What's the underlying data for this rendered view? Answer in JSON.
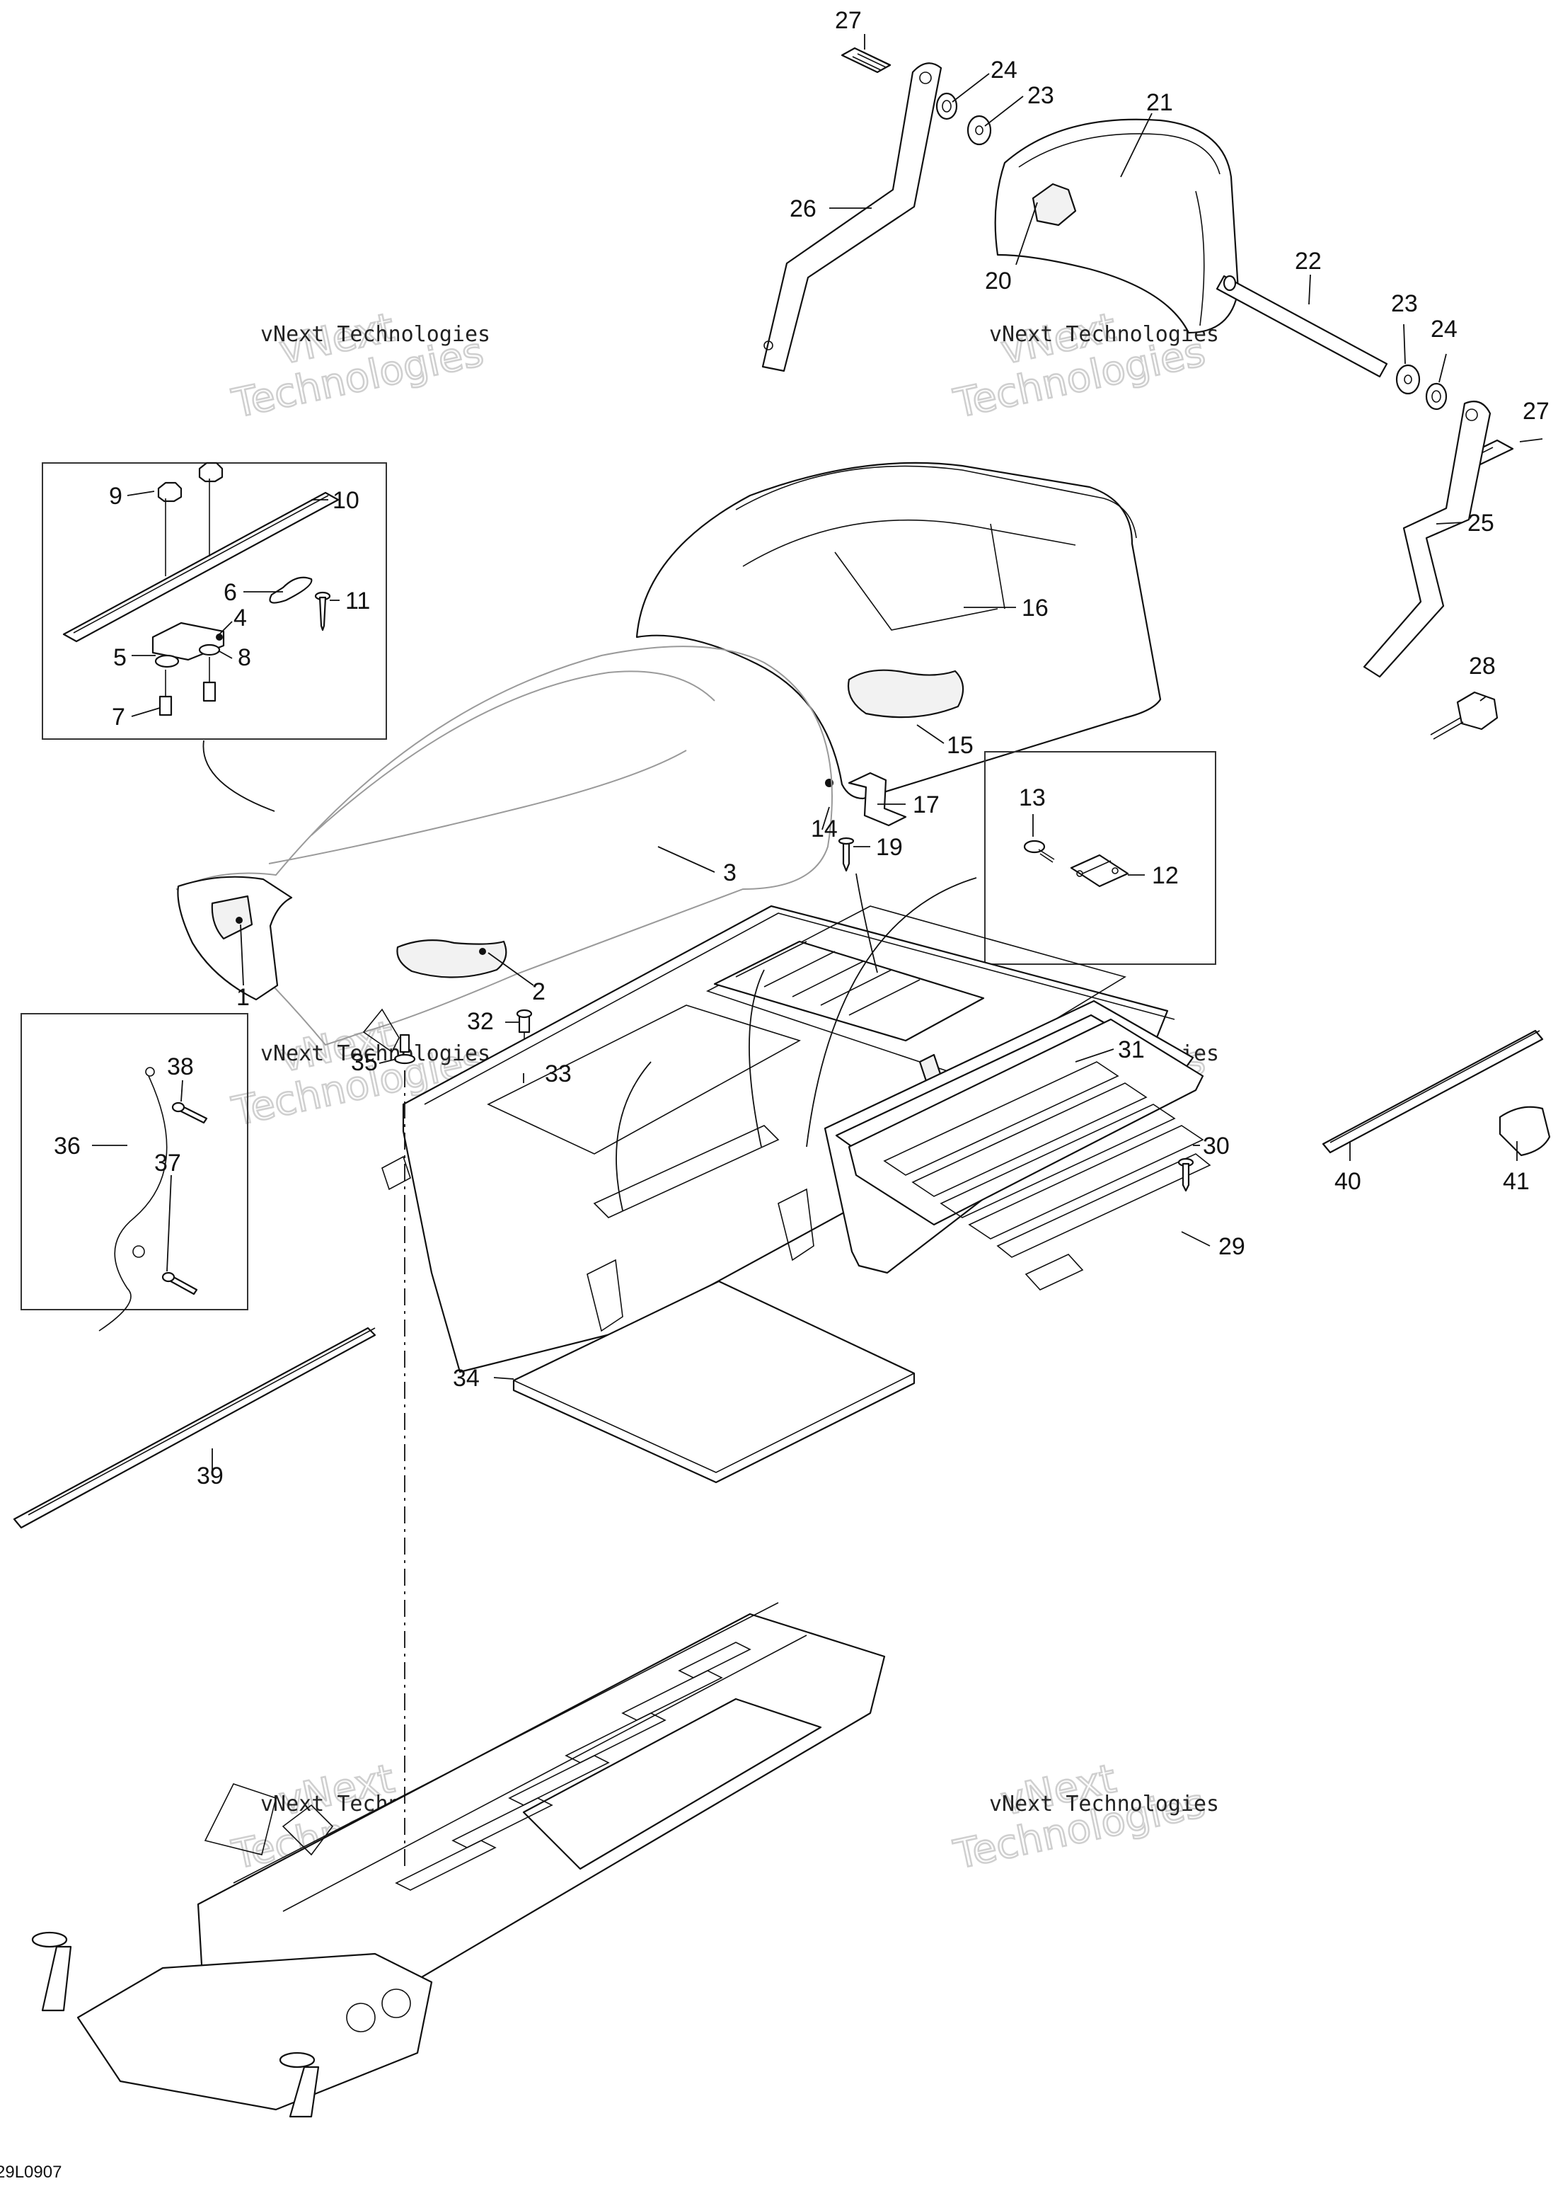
{
  "callouts": [
    {
      "id": "27",
      "label": "27"
    },
    {
      "id": "24",
      "label": "24"
    },
    {
      "id": "23",
      "label": "23"
    },
    {
      "id": "21",
      "label": "21"
    },
    {
      "id": "26",
      "label": "26"
    },
    {
      "id": "20",
      "label": "20"
    },
    {
      "id": "22",
      "label": "22"
    },
    {
      "id": "23b",
      "label": "23"
    },
    {
      "id": "24b",
      "label": "24"
    },
    {
      "id": "27b",
      "label": "27"
    },
    {
      "id": "25",
      "label": "25"
    },
    {
      "id": "16",
      "label": "16"
    },
    {
      "id": "28",
      "label": "28"
    },
    {
      "id": "15",
      "label": "15"
    },
    {
      "id": "17",
      "label": "17"
    },
    {
      "id": "14",
      "label": "14"
    },
    {
      "id": "19",
      "label": "19"
    },
    {
      "id": "13",
      "label": "13"
    },
    {
      "id": "12",
      "label": "12"
    },
    {
      "id": "9",
      "label": "9"
    },
    {
      "id": "10",
      "label": "10"
    },
    {
      "id": "6",
      "label": "6"
    },
    {
      "id": "11",
      "label": "11"
    },
    {
      "id": "4",
      "label": "4"
    },
    {
      "id": "5",
      "label": "5"
    },
    {
      "id": "8",
      "label": "8"
    },
    {
      "id": "7",
      "label": "7"
    },
    {
      "id": "3",
      "label": "3"
    },
    {
      "id": "1",
      "label": "1"
    },
    {
      "id": "2",
      "label": "2"
    },
    {
      "id": "32",
      "label": "32"
    },
    {
      "id": "35",
      "label": "35"
    },
    {
      "id": "31",
      "label": "31"
    },
    {
      "id": "33",
      "label": "33"
    },
    {
      "id": "38",
      "label": "38"
    },
    {
      "id": "36",
      "label": "36"
    },
    {
      "id": "37",
      "label": "37"
    },
    {
      "id": "30",
      "label": "30"
    },
    {
      "id": "29",
      "label": "29"
    },
    {
      "id": "40",
      "label": "40"
    },
    {
      "id": "41",
      "label": "41"
    },
    {
      "id": "34",
      "label": "34"
    },
    {
      "id": "39",
      "label": "39"
    }
  ],
  "watermark": {
    "line1": "vNext Technologies",
    "line2a": "vNext",
    "line2b": "Technologies"
  },
  "figure_ref": "29L0907"
}
